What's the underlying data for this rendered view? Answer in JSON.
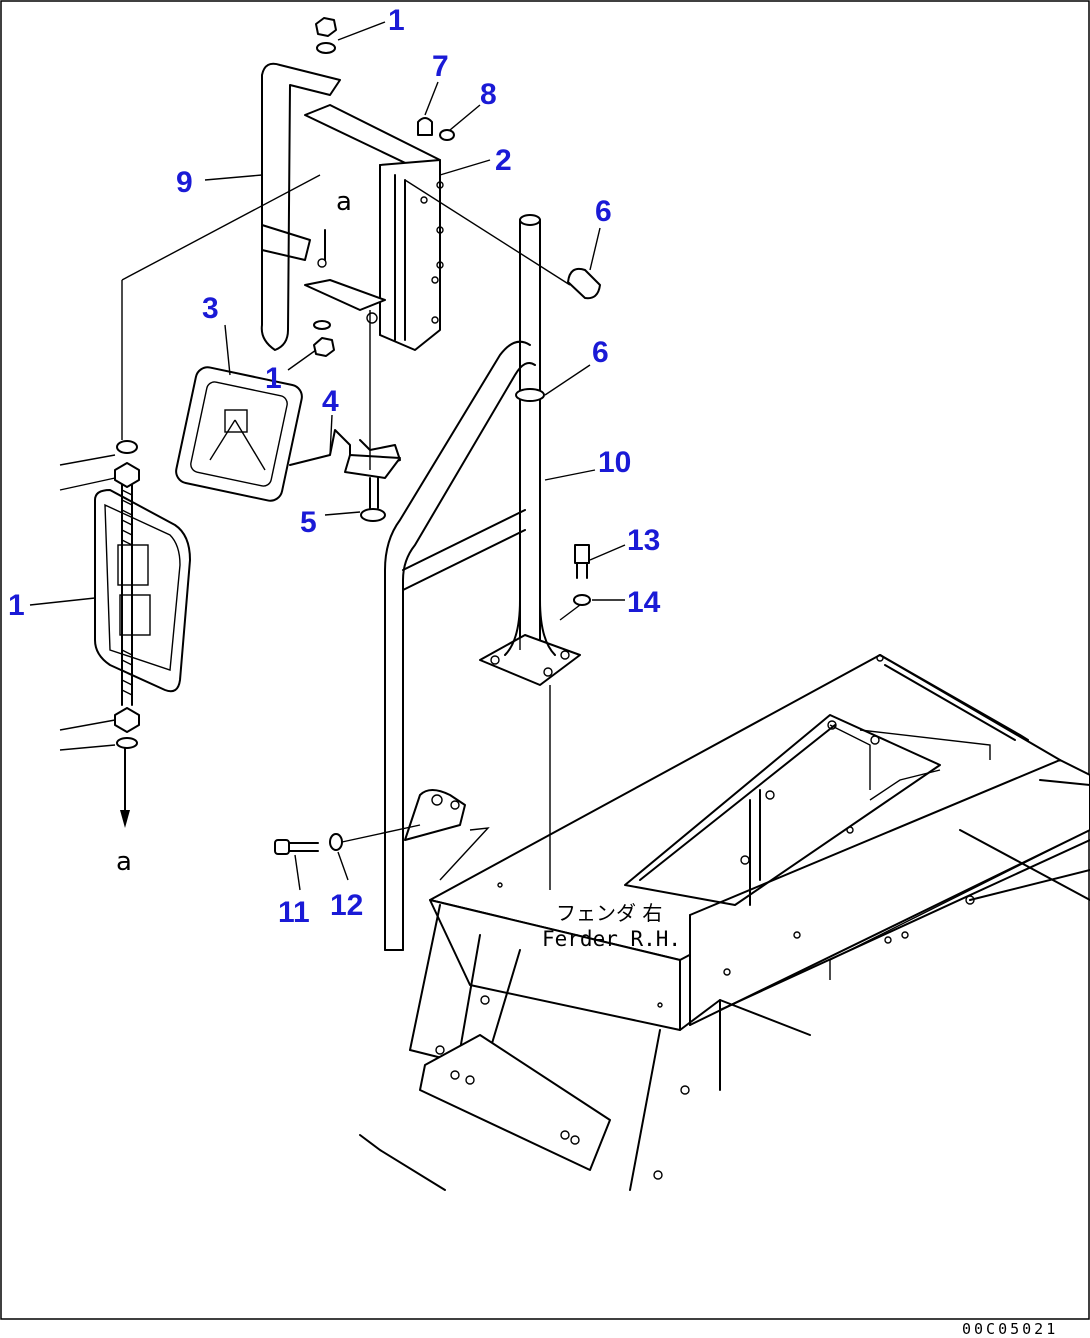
{
  "diagram": {
    "labels": [
      {
        "id": "label-1-top",
        "text": "1"
      },
      {
        "id": "label-7",
        "text": "7"
      },
      {
        "id": "label-8",
        "text": "8"
      },
      {
        "id": "label-2",
        "text": "2"
      },
      {
        "id": "label-9",
        "text": "9"
      },
      {
        "id": "label-6-top",
        "text": "6"
      },
      {
        "id": "label-3",
        "text": "3"
      },
      {
        "id": "label-1-mid",
        "text": "1"
      },
      {
        "id": "label-6-mid",
        "text": "6"
      },
      {
        "id": "label-4",
        "text": "4"
      },
      {
        "id": "label-10",
        "text": "10"
      },
      {
        "id": "label-5",
        "text": "5"
      },
      {
        "id": "label-13",
        "text": "13"
      },
      {
        "id": "label-14",
        "text": "14"
      },
      {
        "id": "label-1-left",
        "text": "1"
      },
      {
        "id": "label-11",
        "text": "11"
      },
      {
        "id": "label-12",
        "text": "12"
      }
    ],
    "reference_marks": {
      "upper": "a",
      "lower": "a"
    },
    "fender_note": {
      "jp": "フェンダ 右",
      "en": "Ferder R.H."
    },
    "drawing_code": "00C05021"
  },
  "colors": {
    "label": "#1a1ad6",
    "line": "#000000",
    "background": "#ffffff"
  }
}
